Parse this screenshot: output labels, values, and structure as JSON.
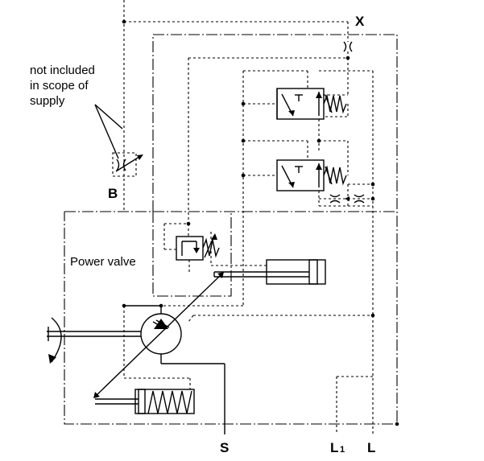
{
  "ports": {
    "x": "X",
    "b": "B",
    "s": "S",
    "l1_main": "L",
    "l1_sub": "1",
    "l": "L"
  },
  "notes": {
    "scope_line1": "not included",
    "scope_line2": "in scope of",
    "scope_line3": "supply",
    "power_valve": "Power  valve"
  }
}
